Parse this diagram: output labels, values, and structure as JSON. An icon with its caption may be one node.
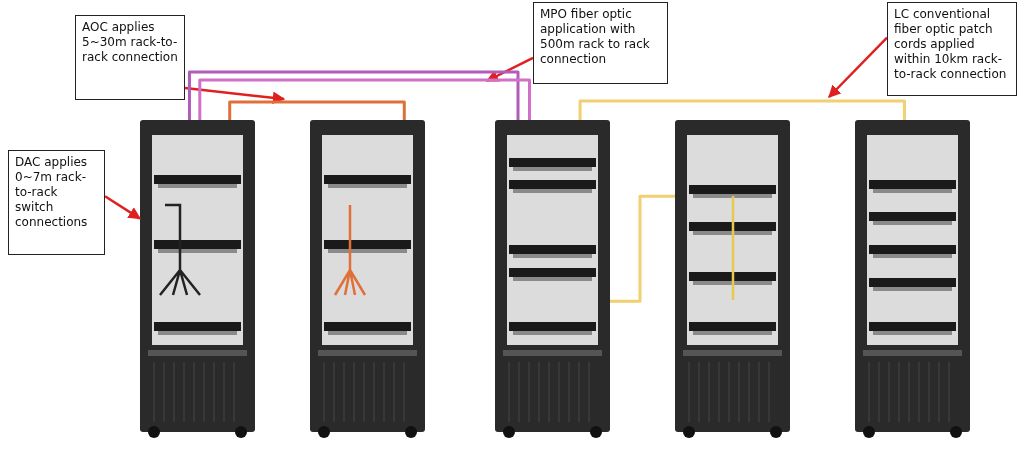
{
  "diagram": {
    "nodes": [
      {
        "text": [
          "AOC applies 5~30m rack-to-rack connection"
        ]
      },
      {
        "text": [
          "DAC applies 0~7m rack-to-rack switch connections"
        ]
      },
      {
        "text": [
          "MPO fiber optic application with 500m rack to rack connection"
        ]
      },
      {
        "text": [
          "LC conventional fiber optic patch cords applied within 10km rack-to-rack connection"
        ]
      },
      {
        "text": [],
        "shape": "picture"
      },
      {
        "text": [],
        "shape": "picture"
      },
      {
        "text": [],
        "shape": "picture"
      },
      {
        "text": [],
        "shape": "picture"
      },
      {
        "text": [],
        "shape": "picture"
      }
    ],
    "edges": [
      {
        "from": 0,
        "to": null,
        "arrow": "to",
        "color": "#e02020"
      },
      {
        "from": 1,
        "to": 4,
        "arrow": "to",
        "color": "#e02020"
      },
      {
        "from": 2,
        "to": null,
        "arrow": "to",
        "color": "#e02020"
      },
      {
        "from": 3,
        "to": null,
        "arrow": "to",
        "color": "#e02020"
      },
      {
        "from": 4,
        "to": 6,
        "arrow": "none",
        "color": "#b05cb8"
      },
      {
        "from": 4,
        "to": 6,
        "arrow": "none",
        "color": "#d070c8"
      },
      {
        "from": 4,
        "to": 5,
        "arrow": "none",
        "color": "#e0703a"
      },
      {
        "from": 6,
        "to": 8,
        "arrow": "none",
        "color": "#f0d070"
      },
      {
        "from": 6,
        "to": 7,
        "arrow": "none",
        "color": "#f0d070"
      }
    ]
  }
}
